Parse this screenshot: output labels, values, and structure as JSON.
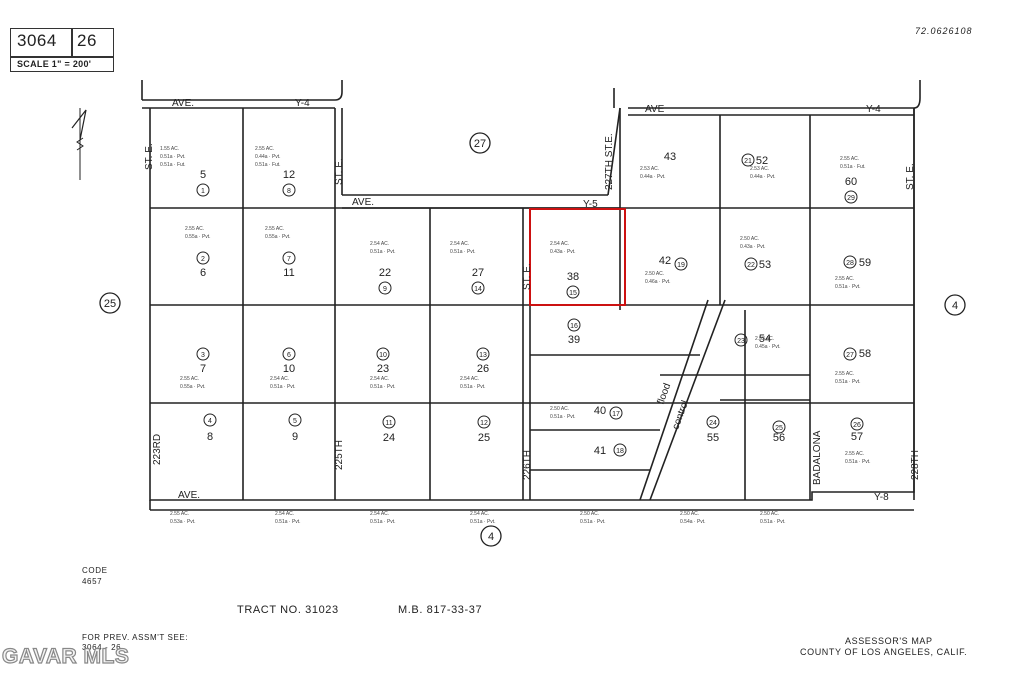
{
  "header": {
    "book": "3064",
    "page": "26",
    "scale": "SCALE 1\" = 200'",
    "date_code": "72.0626108"
  },
  "streets": {
    "ave_top_left": "AVE.",
    "y4_left": "Y-4",
    "ave_top_right": "AVE",
    "y4_right": "Y-4",
    "ave_mid": "AVE.",
    "y5": "Y-5",
    "ave_bottom": "AVE.",
    "y8": "Y-8",
    "st_e_left": "ST. E.",
    "st_e_225": "ST. E.",
    "st_e_226": "ST. E.",
    "227th": "227TH ST.E.",
    "st_e_right": "ST. E.",
    "223rd": "223RD",
    "225th": "225TH",
    "226th": "226TH",
    "badalona": "BADALONA",
    "228th": "228TH",
    "flood": "flood",
    "control": "control"
  },
  "lots": [
    "5",
    "12",
    "6",
    "11",
    "22",
    "27",
    "38",
    "43",
    "52",
    "60",
    "42",
    "53",
    "59",
    "7",
    "10",
    "23",
    "26",
    "39",
    "54",
    "58",
    "8",
    "9",
    "24",
    "25",
    "40",
    "41",
    "55",
    "56",
    "57"
  ],
  "parcels": [
    "1",
    "8",
    "2",
    "7",
    "9",
    "14",
    "15",
    "21",
    "19",
    "22",
    "28",
    "29",
    "3",
    "6",
    "10",
    "13",
    "16",
    "23",
    "27",
    "4",
    "5",
    "11",
    "12",
    "17",
    "18",
    "24",
    "25",
    "26"
  ],
  "map_refs": [
    "27",
    "25",
    "4",
    "4"
  ],
  "footer": {
    "code_label": "CODE",
    "code_value": "4657",
    "tract": "TRACT  NO.  31023",
    "mb": "M.B.  817-33-37",
    "prev_label": "FOR PREV. ASSM'T SEE:",
    "prev_value": "3064 - 26",
    "assessor": "ASSESSOR'S MAP",
    "county": "COUNTY OF LOS ANGELES, CALIF."
  },
  "watermark": "GAVAR MLS",
  "colors": {
    "ink": "#222222",
    "highlight": "#cc1111"
  }
}
